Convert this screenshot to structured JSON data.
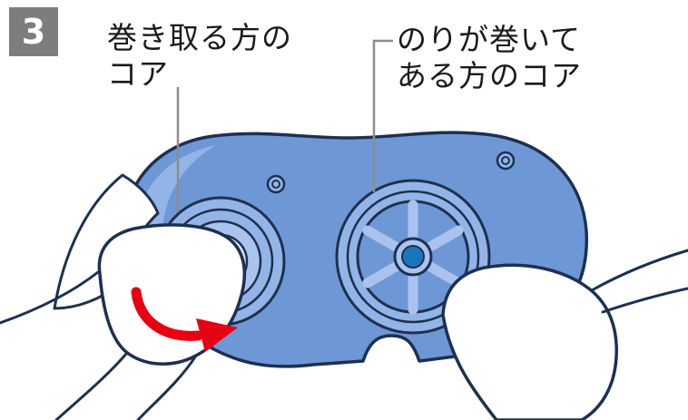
{
  "step": {
    "number": "3"
  },
  "labels": {
    "left": {
      "line1": "巻き取る方の",
      "line2": "コア"
    },
    "right": {
      "line1": "のりが巻いて",
      "line2": "ある方のコア"
    }
  },
  "diagram": {
    "subject": "tape-glue-dispenser-open-showing-two-cores",
    "left_core": "take-up core (winding side)",
    "right_core": "core with glue tape wound on it",
    "rotation_arrow": "red arrow showing direction to turn the take-up core"
  },
  "colors": {
    "body_blue": "#6e97d5",
    "light_blue": "#93b4e6",
    "lighter_blue": "#aac4ee",
    "pale_blue": "#d6e2f6",
    "accent_blue": "#1b75bc",
    "outline_navy": "#1d3050",
    "arrow_red": "#e60012",
    "badge_gray": "#7d7d7d",
    "leader_gray": "#8c8c8c",
    "text_black": "#1a1a1a",
    "background": "#ffffff"
  }
}
